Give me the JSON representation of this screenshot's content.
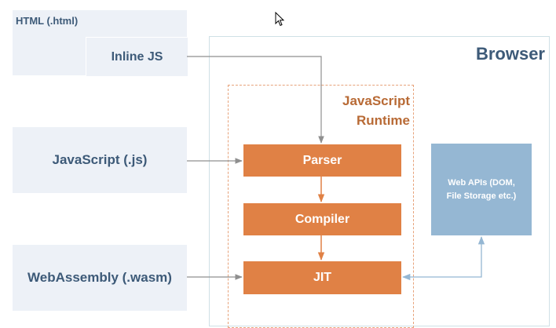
{
  "sources": {
    "html_label": "HTML (.html)",
    "inline_js_label": "Inline JS",
    "javascript_label": "JavaScript (.js)",
    "wasm_label": "WebAssembly (.wasm)"
  },
  "browser": {
    "title": "Browser"
  },
  "runtime": {
    "title_line1": "JavaScript",
    "title_line2": "Runtime",
    "parser_label": "Parser",
    "compiler_label": "Compiler",
    "jit_label": "JIT"
  },
  "web_apis": {
    "line1": "Web APIs (DOM,",
    "line2": "File Storage etc.)"
  },
  "colors": {
    "source_bg": "#edf1f7",
    "source_text": "#3d5a78",
    "engine_box": "#e08145",
    "runtime_title": "#b86a35",
    "web_api_box": "#95b7d3",
    "browser_border": "#cfe0e6"
  }
}
